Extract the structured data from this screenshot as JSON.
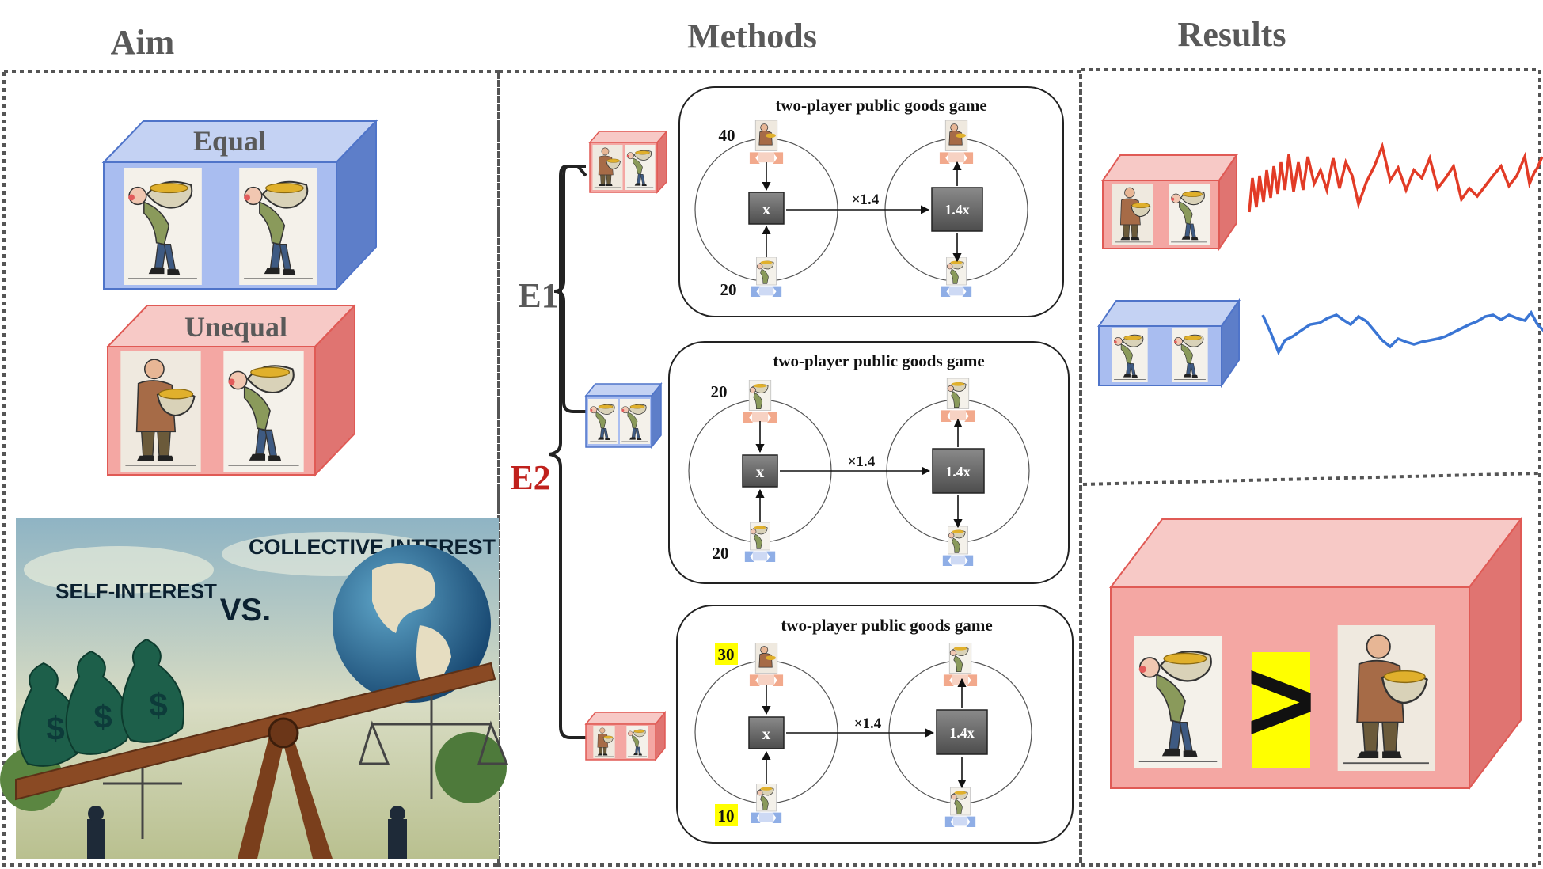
{
  "headers": {
    "aim": "Aim",
    "methods": "Methods",
    "results": "Results"
  },
  "aim": {
    "equal_label": "Equal",
    "unequal_label": "Unequal",
    "poster": {
      "self_interest": "SELF-INTEREST",
      "vs": "VS.",
      "collective_interest": "COLLECTIVE INTEREST",
      "bag_symbol": "$"
    }
  },
  "methods": {
    "e1_label": "E1",
    "e2_label": "E2",
    "games": [
      {
        "title": "two-player public goods game",
        "top_endowment": "40",
        "bottom_endowment": "20",
        "contribution_box": "x",
        "multiplier": "×1.4",
        "result_box": "1.4x",
        "highlight": false
      },
      {
        "title": "two-player public goods game",
        "top_endowment": "20",
        "bottom_endowment": "20",
        "contribution_box": "x",
        "multiplier": "×1.4",
        "result_box": "1.4x",
        "highlight": false
      },
      {
        "title": "two-player public goods game",
        "top_endowment": "30",
        "bottom_endowment": "10",
        "contribution_box": "x",
        "multiplier": "×1.4",
        "result_box": "1.4x",
        "highlight": true
      }
    ]
  },
  "results": {
    "comparison_symbol": ">"
  },
  "colors": {
    "unequal_red": "#f4a7a3",
    "equal_blue": "#a8bff0",
    "e2_red": "#c0211c",
    "result_red_line": "#e23b26",
    "result_blue_line": "#3a75d4",
    "highlight_yellow": "#ffff00"
  },
  "icons": [
    "man-carrying-bowl-icon",
    "man-holding-bowl-icon",
    "globe-icon",
    "money-bag-icon",
    "scale-icon"
  ]
}
